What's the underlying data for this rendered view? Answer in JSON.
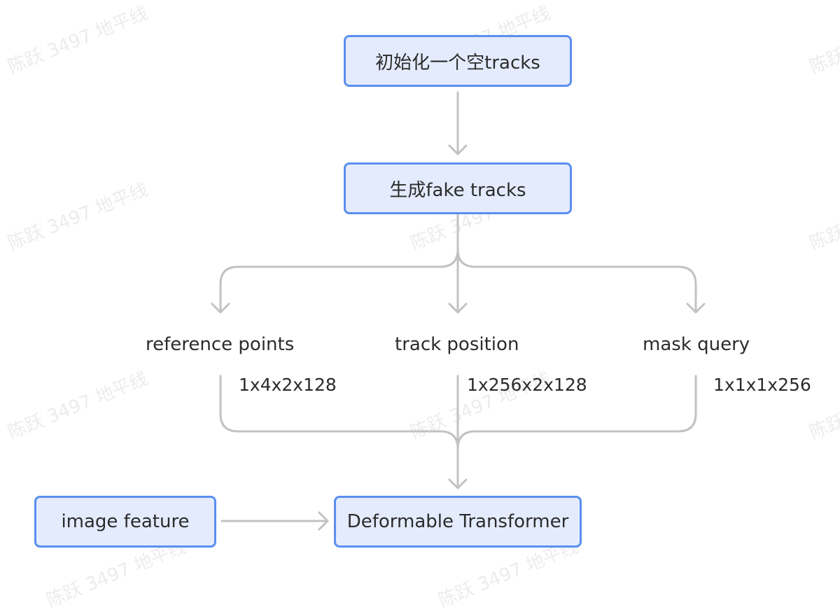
{
  "watermark": "陈跃 3497 地平线",
  "nodes": {
    "init": "初始化一个空tracks",
    "fake": "生成fake tracks",
    "image": "image feature",
    "deform": "Deformable Transformer"
  },
  "labels": {
    "ref": "reference points",
    "track": "track position",
    "mask": "mask query"
  },
  "dims": {
    "ref": "1x4x2x128",
    "track": "1x256x2x128",
    "mask": "1x1x1x256"
  },
  "colors": {
    "node_fill": "#e3ebfd",
    "node_border": "#5b8ff0",
    "connector": "#c2c2c2"
  }
}
